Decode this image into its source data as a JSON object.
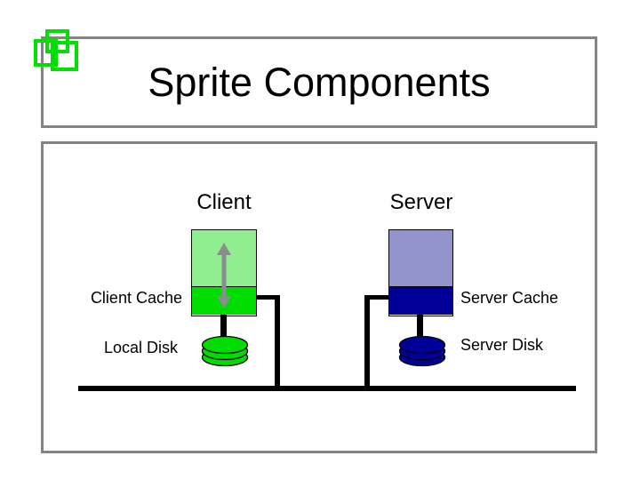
{
  "slide": {
    "title": "Sprite Components"
  },
  "diagram": {
    "client": {
      "label": "Client",
      "cache_label": "Client Cache",
      "disk_label": "Local Disk"
    },
    "server": {
      "label": "Server",
      "cache_label": "Server Cache",
      "disk_label": "Server Disk"
    }
  },
  "icons": {
    "logo": "overlapping-squares-logo",
    "client_server_link": "bidirectional-arrow-icon",
    "client_disk": "disk-cylinder-icon",
    "server_disk": "disk-cylinder-icon"
  },
  "colors": {
    "accent_green": "#00DF00",
    "client_machine": "#90EE90",
    "client_cache": "#00DC00",
    "server_machine": "#9394CB",
    "server_cache": "#000099",
    "frame_gray": "#848484",
    "arrow_gray": "#8C8C8C",
    "line_black": "#000000",
    "background": "#FFFFFF",
    "text": "#000000"
  }
}
